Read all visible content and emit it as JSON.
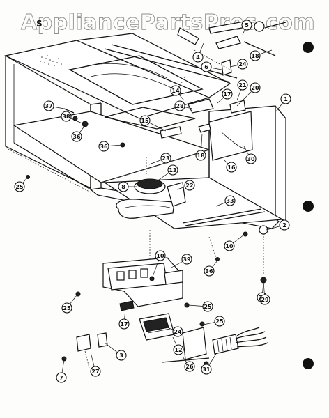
{
  "watermark": "AppliancePartsPros.com",
  "figure_label": "S",
  "callouts": [
    {
      "id": "c-1",
      "label": "1"
    },
    {
      "id": "c-2",
      "label": "2"
    },
    {
      "id": "c-3",
      "label": "3"
    },
    {
      "id": "c-4",
      "label": "4"
    },
    {
      "id": "c-5",
      "label": "5"
    },
    {
      "id": "c-6",
      "label": "6"
    },
    {
      "id": "c-7",
      "label": "7"
    },
    {
      "id": "c-8",
      "label": "8"
    },
    {
      "id": "c-10a",
      "label": "10"
    },
    {
      "id": "c-10b",
      "label": "10"
    },
    {
      "id": "c-12",
      "label": "12"
    },
    {
      "id": "c-13",
      "label": "13"
    },
    {
      "id": "c-14",
      "label": "14"
    },
    {
      "id": "c-15",
      "label": "15"
    },
    {
      "id": "c-16",
      "label": "16"
    },
    {
      "id": "c-17a",
      "label": "17"
    },
    {
      "id": "c-17b",
      "label": "17"
    },
    {
      "id": "c-18a",
      "label": "18"
    },
    {
      "id": "c-18b",
      "label": "18"
    },
    {
      "id": "c-20",
      "label": "20"
    },
    {
      "id": "c-21",
      "label": "21"
    },
    {
      "id": "c-22",
      "label": "22"
    },
    {
      "id": "c-23",
      "label": "23"
    },
    {
      "id": "c-24a",
      "label": "24"
    },
    {
      "id": "c-24b",
      "label": "24"
    },
    {
      "id": "c-25a",
      "label": "25"
    },
    {
      "id": "c-25b",
      "label": "25"
    },
    {
      "id": "c-25c",
      "label": "25"
    },
    {
      "id": "c-25d",
      "label": "25"
    },
    {
      "id": "c-26",
      "label": "26"
    },
    {
      "id": "c-27",
      "label": "27"
    },
    {
      "id": "c-28a",
      "label": "28"
    },
    {
      "id": "c-28b",
      "label": "28"
    },
    {
      "id": "c-29",
      "label": "29"
    },
    {
      "id": "c-30",
      "label": "30"
    },
    {
      "id": "c-31",
      "label": "31"
    },
    {
      "id": "c-33",
      "label": "33"
    },
    {
      "id": "c-36a",
      "label": "36"
    },
    {
      "id": "c-36b",
      "label": "36"
    },
    {
      "id": "c-36c",
      "label": "36"
    },
    {
      "id": "c-37",
      "label": "37"
    },
    {
      "id": "c-38",
      "label": "38"
    },
    {
      "id": "c-39",
      "label": "39"
    }
  ]
}
